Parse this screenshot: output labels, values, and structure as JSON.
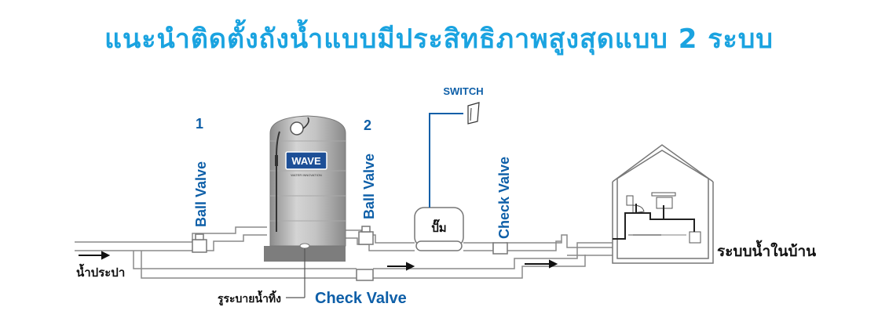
{
  "title": "แนะนำติดตั้งถังน้ำแบบมีประสิทธิภาพสูงสุดแบบ 2 ระบบ",
  "labels": {
    "valve1_number": "1",
    "valve2_number": "2",
    "ball_valve": "Ball Valve",
    "check_valve": "Check Valve",
    "switch": "SWITCH",
    "pump": "ปั๊ม",
    "tank_brand": "WAVE",
    "tank_sub": "WATER INNOVATION",
    "water_supply": "น้ำประปา",
    "drain": "รูระบายน้ำทิ้ง",
    "house_system": "ระบบน้ำในบ้าน"
  },
  "colors": {
    "title": "#1aa3e0",
    "label_blue": "#0e5fa8",
    "pipe_stroke": "#8a8a8a",
    "wire": "#0e5fa8"
  }
}
